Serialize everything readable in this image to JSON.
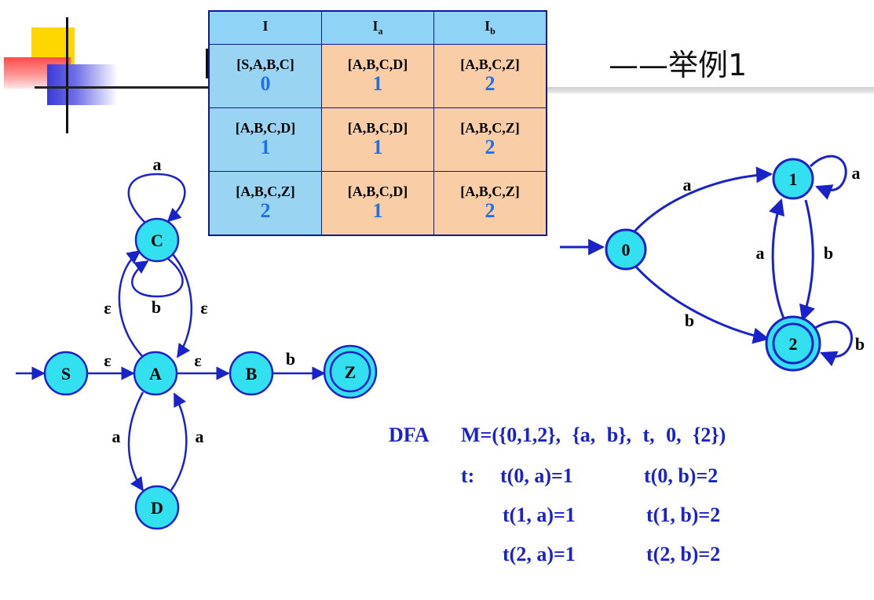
{
  "title": "——举例1",
  "table": {
    "headers": [
      {
        "main": "I",
        "sub": ""
      },
      {
        "main": "I",
        "sub": "a"
      },
      {
        "main": "I",
        "sub": "b"
      }
    ],
    "rows": [
      [
        {
          "set": "[S,A,B,C]",
          "num": "0"
        },
        {
          "set": "[A,B,C,D]",
          "num": "1"
        },
        {
          "set": "[A,B,C,Z]",
          "num": "2"
        }
      ],
      [
        {
          "set": "[A,B,C,D]",
          "num": "1"
        },
        {
          "set": "[A,B,C,D]",
          "num": "1"
        },
        {
          "set": "[A,B,C,Z]",
          "num": "2"
        }
      ],
      [
        {
          "set": "[A,B,C,Z]",
          "num": "2"
        },
        {
          "set": "[A,B,C,D]",
          "num": "1"
        },
        {
          "set": "[A,B,C,Z]",
          "num": "2"
        }
      ]
    ]
  },
  "nfa": {
    "nodes": {
      "S": "S",
      "A": "A",
      "B": "B",
      "C": "C",
      "D": "D",
      "Z": "Z"
    },
    "edge_labels": {
      "S_A": "ε",
      "A_B": "ε",
      "B_Z": "b",
      "A_C": "ε",
      "C_A": "ε",
      "C_loop_top": "a",
      "C_loop_bottom": "b",
      "A_D": "a",
      "D_A": "a"
    }
  },
  "dfa_graph": {
    "nodes": {
      "n0": "0",
      "n1": "1",
      "n2": "2"
    },
    "edge_labels": {
      "e01": "a",
      "e02": "b",
      "e12": "b",
      "e21": "a",
      "loop1": "a",
      "loop2": "b"
    }
  },
  "definition": {
    "line1_prefix": "DFA",
    "line1_rest": "M=({0,1,2}, {a, b}, t, 0, {2})",
    "t_label": "t:",
    "rows": [
      [
        "t(0, a)=1",
        "t(0, b)=2"
      ],
      [
        "t(1, a)=1",
        "t(1, b)=2"
      ],
      [
        "t(2, a)=1",
        "t(2, b)=2"
      ]
    ]
  },
  "colors": {
    "node_fill": "#33e0f0",
    "edge": "#1a22c9",
    "accent_text": "#1a22c9",
    "num_text": "#1f6fe8"
  }
}
